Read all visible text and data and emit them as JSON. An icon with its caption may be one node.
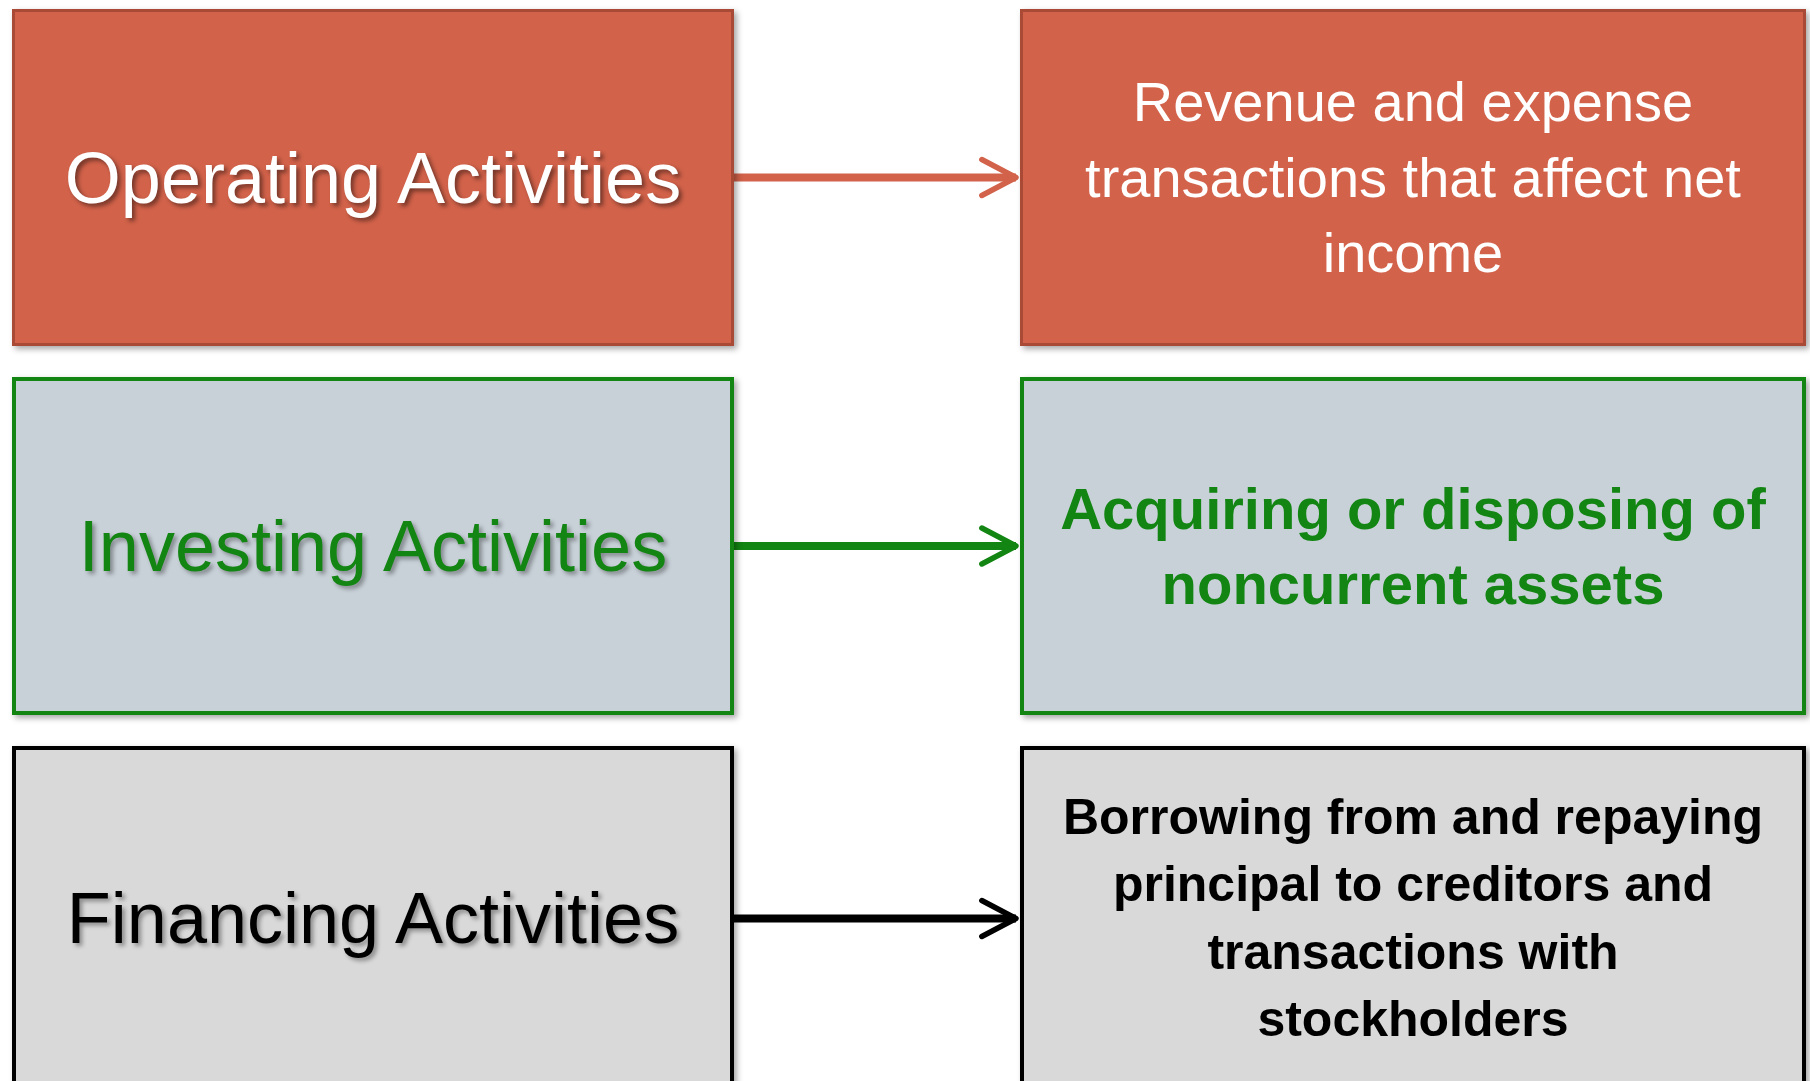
{
  "diagram": {
    "nodes": [
      {
        "text": [
          "Operating Activities"
        ]
      },
      {
        "text": [
          "Revenue and expense transactions that affect net income"
        ]
      },
      {
        "text": [
          "Investing Activities"
        ]
      },
      {
        "text": [
          "Acquiring or disposing of noncurrent assets"
        ]
      },
      {
        "text": [
          "Financing Activities"
        ]
      },
      {
        "text": [
          "Borrowing from and repaying principal to creditors and transactions with stockholders"
        ]
      }
    ],
    "edges": [
      {
        "from": 0,
        "to": 1,
        "arrow": "to",
        "color": "#d2624a"
      },
      {
        "from": 2,
        "to": 3,
        "arrow": "to",
        "color": "#128512"
      },
      {
        "from": 4,
        "to": 5,
        "arrow": "to",
        "color": "#000000"
      }
    ]
  }
}
